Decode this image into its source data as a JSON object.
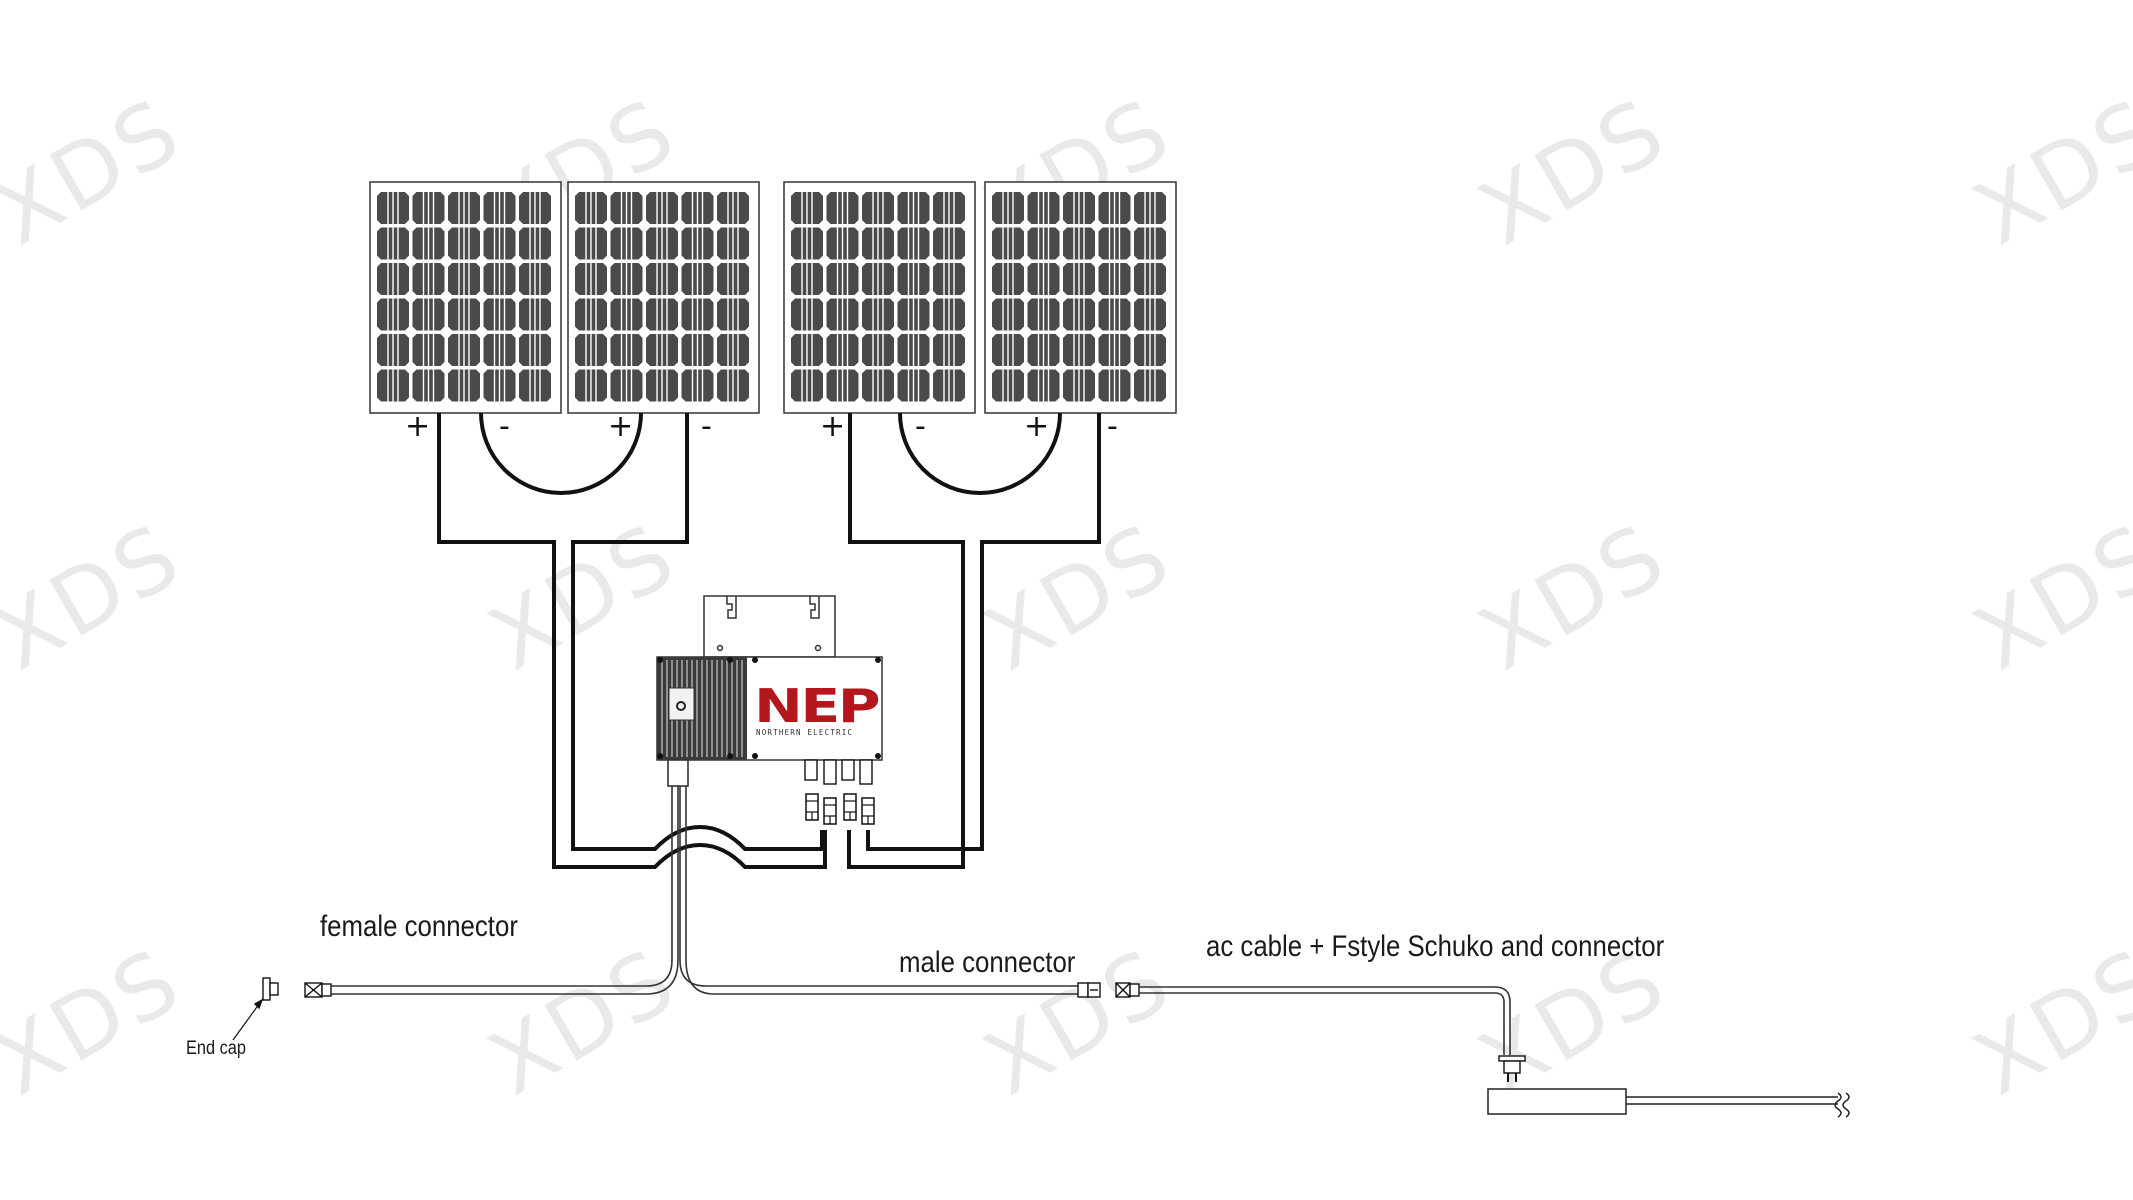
{
  "watermark": {
    "text": "XDS",
    "color": "#e9e9e9"
  },
  "panels": [
    {
      "id": "panel-1",
      "plus": "+",
      "minus": "-"
    },
    {
      "id": "panel-2",
      "plus": "+",
      "minus": "-"
    },
    {
      "id": "panel-3",
      "plus": "+",
      "minus": "-"
    },
    {
      "id": "panel-4",
      "plus": "+",
      "minus": "-"
    }
  ],
  "inverter": {
    "brand": "NEP",
    "subtitle": "NORTHERN ELECTRIC",
    "brand_color": "#b3161b"
  },
  "labels": {
    "female_connector": "female connector",
    "end_cap": "End cap",
    "male_connector": "male connector",
    "ac_cable": "ac cable +  Fstyle Schuko  and connector"
  },
  "colors": {
    "panel_cell": "#4a4a4a",
    "wire": "#111111",
    "background": "#ffffff"
  }
}
